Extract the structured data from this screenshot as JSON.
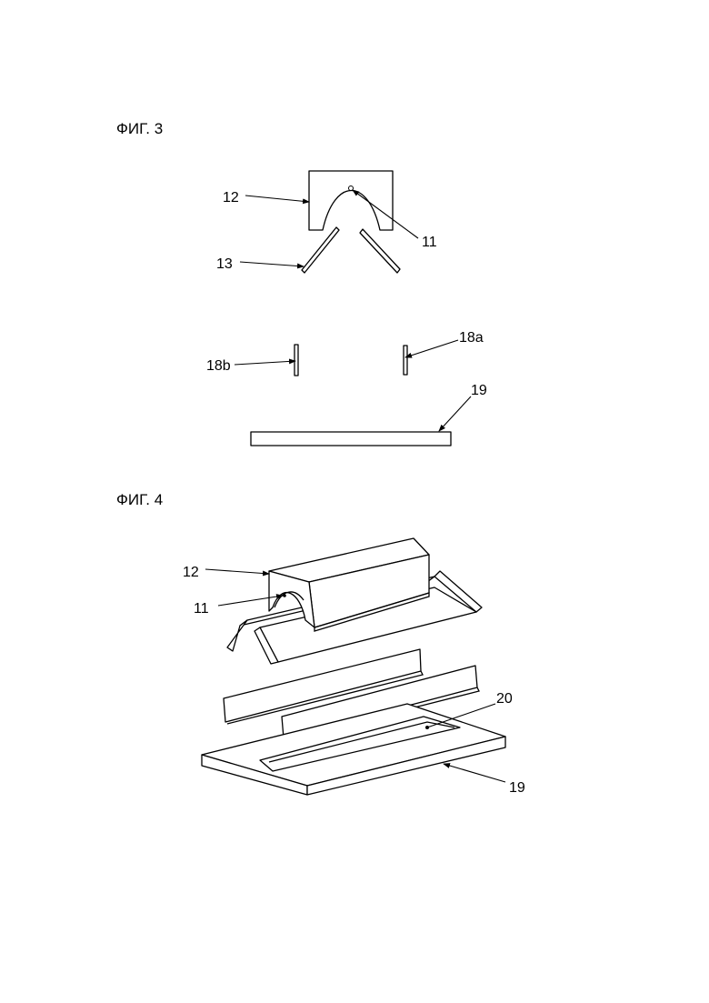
{
  "figures": [
    {
      "title": "ФИГ. 3",
      "labels": {
        "housing": "12",
        "aperture": "11",
        "plates": "13",
        "side_right": "18a",
        "side_left": "18b",
        "base": "19"
      }
    },
    {
      "title": "ФИГ. 4",
      "labels": {
        "housing": "12",
        "aperture": "11",
        "opening": "20",
        "base": "19"
      }
    }
  ]
}
